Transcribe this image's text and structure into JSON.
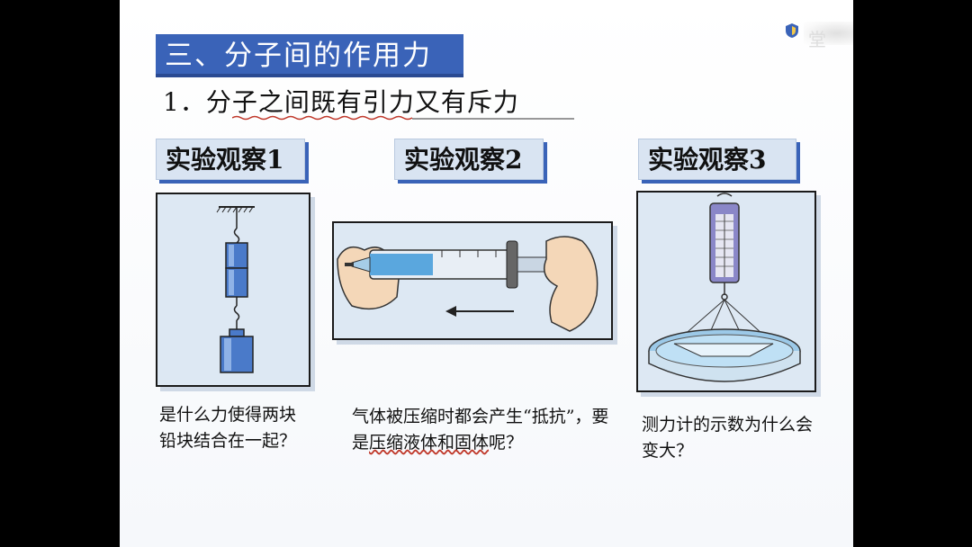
{
  "slide": {
    "title": "三、分子间的作用力",
    "subtitle": "1．分子之间既有引力又有斥力"
  },
  "experiments": [
    {
      "label": "实验观察1",
      "question": "是什么力使得两块铅块结合在一起？"
    },
    {
      "label": "实验观察2",
      "question_part1": "气体被压缩时都会产生“抵抗”，要是",
      "question_emphasis": "压缩液体和固体",
      "question_part2": "呢？"
    },
    {
      "label": "实验观察3",
      "question": "测力计的示数为什么会变大？"
    }
  ],
  "watermark": {
    "corner_char": "堂"
  },
  "colors": {
    "title_bg": "#3a63b8",
    "label_bg": "#d9e4f2",
    "panel_bg": "#dde8f3",
    "underline_red": "#c0392b"
  },
  "icons": [
    "hanging-lead-blocks-illustration",
    "syringe-compression-illustration",
    "spring-scale-glass-plate-illustration",
    "shield-logo-icon"
  ]
}
